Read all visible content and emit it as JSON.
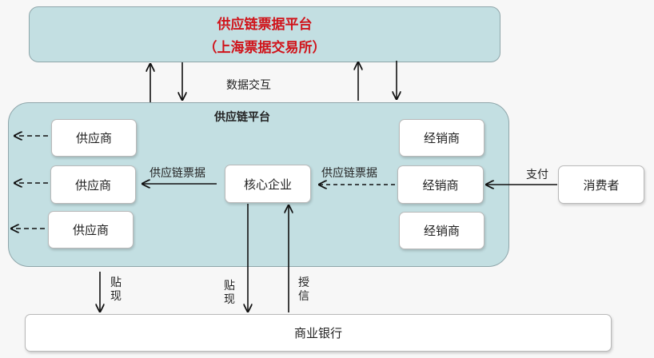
{
  "top_platform": {
    "line1": "供应链票据平台",
    "line2": "（上海票据交易所）"
  },
  "data_exchange": "数据交互",
  "sc_platform": {
    "title": "供应链平台"
  },
  "suppliers": [
    "供应商",
    "供应商",
    "供应商"
  ],
  "core_enterprise": "核心企业",
  "distributors": [
    "经销商",
    "经销商",
    "经销商"
  ],
  "consumer": "消费者",
  "bank": "商业银行",
  "edge_labels": {
    "sc_bill_left": "供应链票据",
    "sc_bill_right": "供应链票据",
    "pay": "支付",
    "discount_left": "贴现",
    "discount_mid": "贴现",
    "credit": "授信"
  }
}
